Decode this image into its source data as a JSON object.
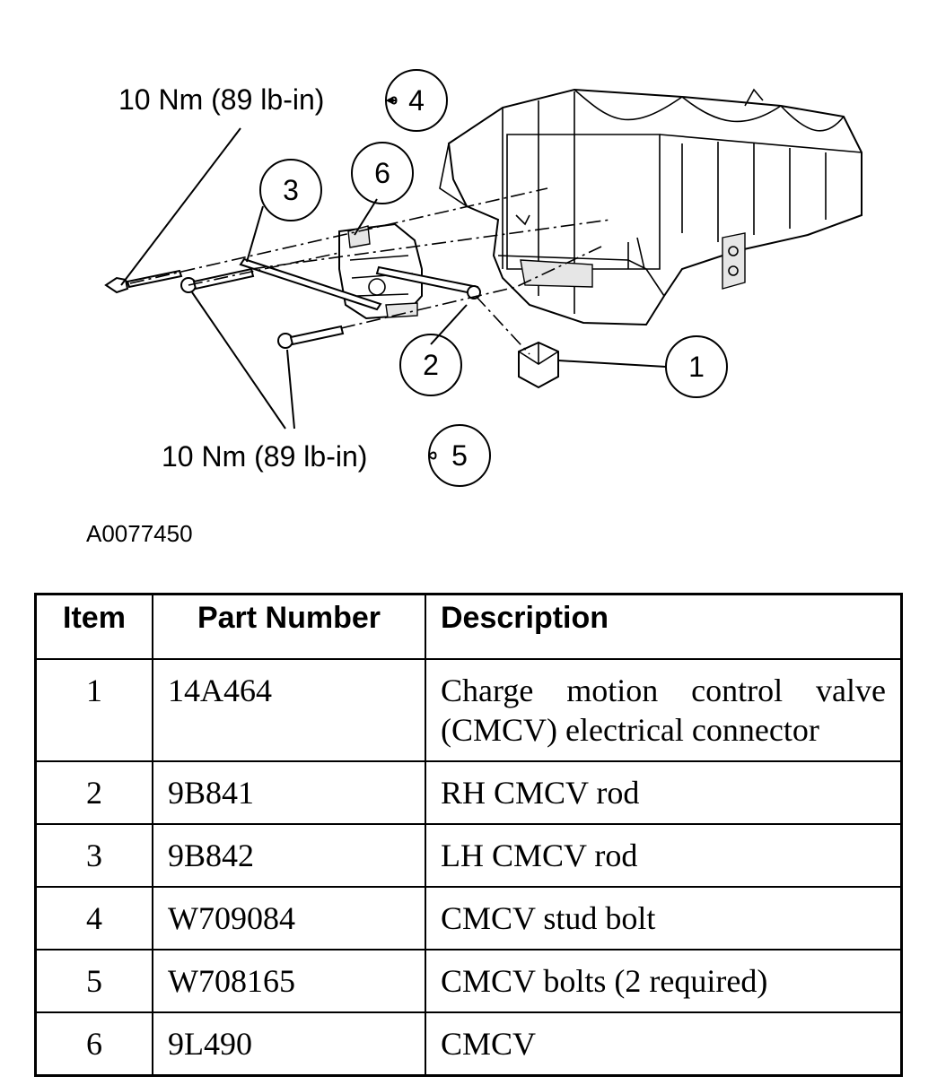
{
  "figure": {
    "id": "A0077450",
    "callouts": [
      {
        "num": "1"
      },
      {
        "num": "2"
      },
      {
        "num": "3"
      },
      {
        "num": "4",
        "torque": "10 Nm (89 lb-in)"
      },
      {
        "num": "5",
        "torque": "10 Nm (89 lb-in)"
      },
      {
        "num": "6"
      }
    ]
  },
  "table": {
    "headers": {
      "item": "Item",
      "part_number": "Part Number",
      "description": "Description"
    },
    "rows": [
      {
        "item": "1",
        "part_number": "14A464",
        "description": "Charge motion control valve (CMCV) electrical connector"
      },
      {
        "item": "2",
        "part_number": "9B841",
        "description": "RH CMCV rod"
      },
      {
        "item": "3",
        "part_number": "9B842",
        "description": "LH CMCV rod"
      },
      {
        "item": "4",
        "part_number": "W709084",
        "description": "CMCV stud bolt"
      },
      {
        "item": "5",
        "part_number": "W708165",
        "description": "CMCV bolts (2 required)"
      },
      {
        "item": "6",
        "part_number": "9L490",
        "description": "CMCV"
      }
    ]
  }
}
